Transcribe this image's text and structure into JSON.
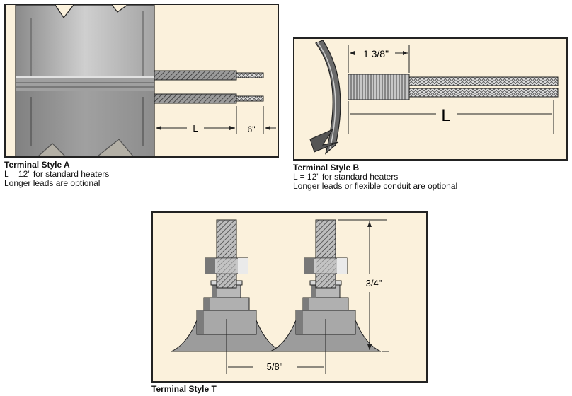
{
  "colors": {
    "panel_bg": "#fbf1dc",
    "metal_dark": "#6d6d6d",
    "metal_mid": "#9a9a9a",
    "metal_light": "#cfcfcf",
    "outline": "#222222"
  },
  "style_a": {
    "title": "Terminal Style A",
    "line1": "L = 12\" for standard heaters",
    "line2": "Longer leads are optional",
    "dim_l": "L",
    "dim_6": "6\""
  },
  "style_b": {
    "title": "Terminal Style B",
    "line1": "L = 12\" for standard heaters",
    "line2": "Longer leads or flexible conduit are optional",
    "dim_len": "1 3/8\"",
    "dim_l": "L"
  },
  "style_t": {
    "title": "Terminal Style T",
    "dim_height": "3/4\"",
    "dim_spacing": "5/8\""
  }
}
